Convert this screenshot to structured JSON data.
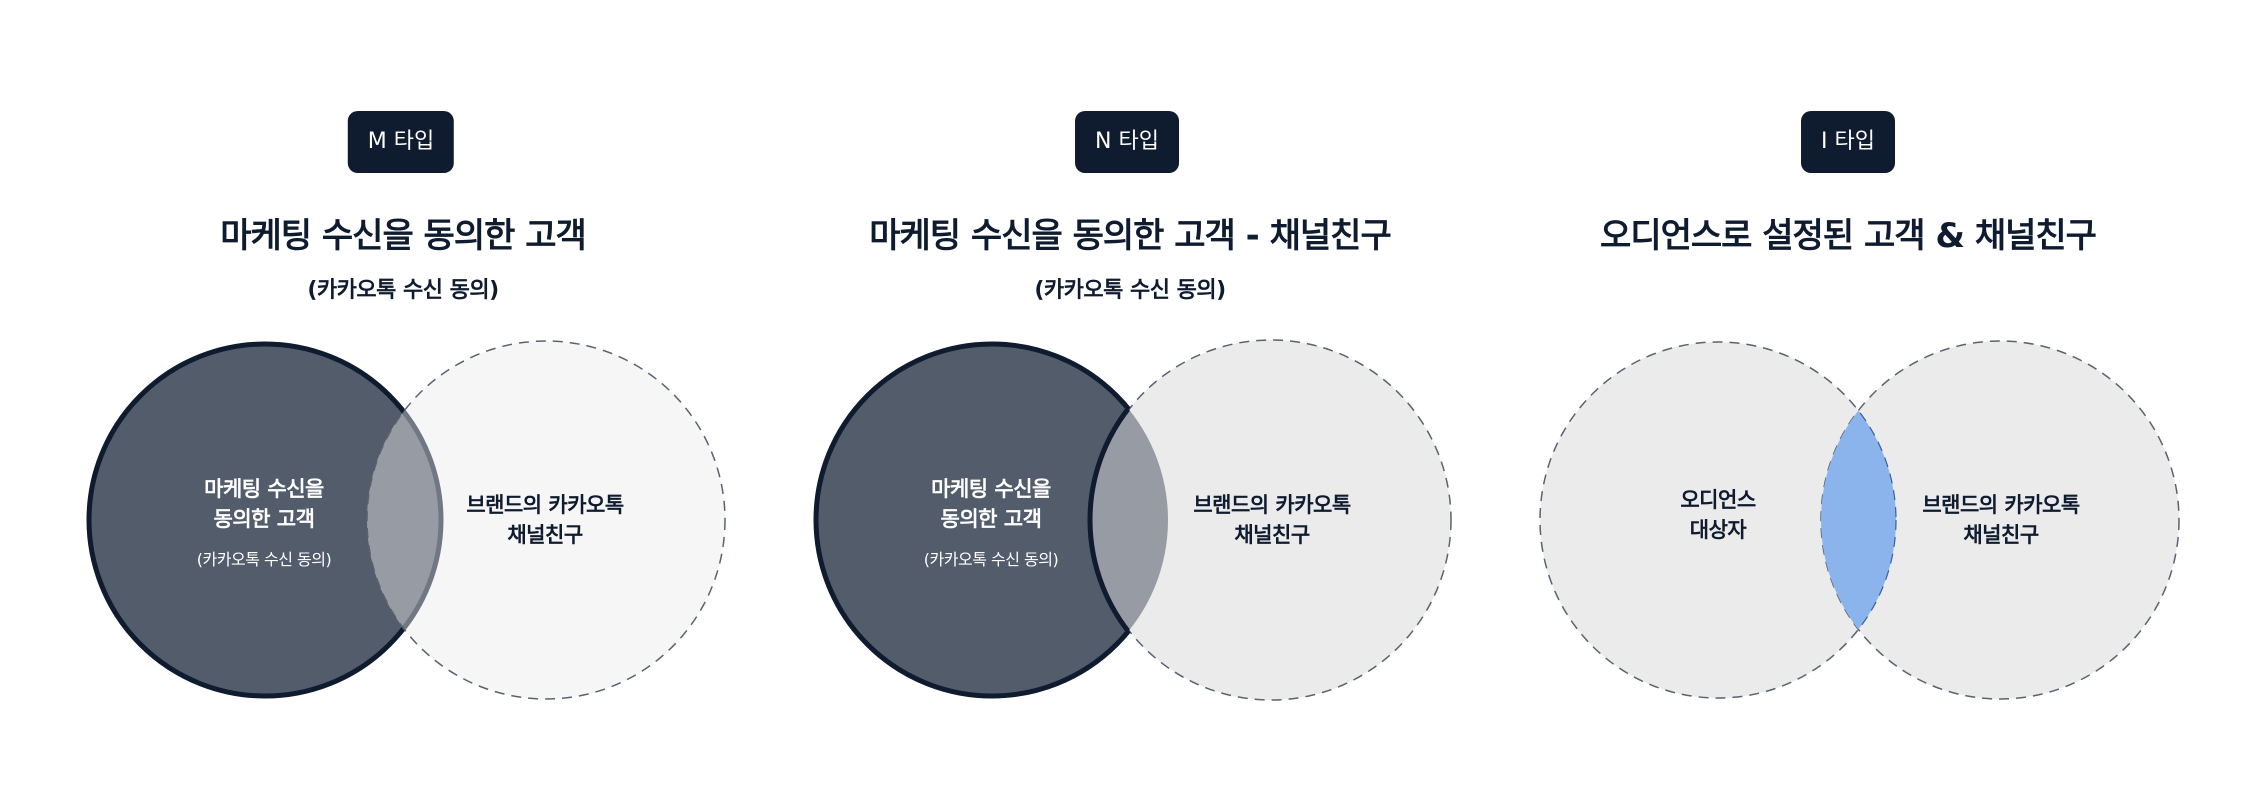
{
  "colors": {
    "navy": "#0f1b2e",
    "dark_fill": "#525c6b",
    "overlap_gray": "#979ba3",
    "light_fill": "#ebebeb",
    "dash_stroke": "#5a6270",
    "overlap_blue": "#8ab4eb"
  },
  "panels": [
    {
      "badge": "M 타입",
      "title": "마케팅 수신을 동의한 고객",
      "subtitle": "(카카오톡 수신 동의)",
      "left_circle": {
        "line1": "마케팅 수신을",
        "line2": "동의한 고객",
        "note": "(카카오톡 수신 동의)"
      },
      "right_circle": {
        "line1": "브랜드의 카카오톡",
        "line2": "채널친구"
      }
    },
    {
      "badge": "N 타입",
      "title": "마케팅 수신을 동의한 고객 - 채널친구",
      "subtitle": "(카카오톡 수신 동의)",
      "left_circle": {
        "line1": "마케팅 수신을",
        "line2": "동의한 고객",
        "note": "(카카오톡 수신 동의)"
      },
      "right_circle": {
        "line1": "브랜드의 카카오톡",
        "line2": "채널친구"
      }
    },
    {
      "badge": "I 타입",
      "title": "오디언스로 설정된 고객 & 채널친구",
      "left_circle": {
        "line1": "오디언스",
        "line2": "대상자"
      },
      "right_circle": {
        "line1": "브랜드의 카카오톡",
        "line2": "채널친구"
      }
    }
  ]
}
